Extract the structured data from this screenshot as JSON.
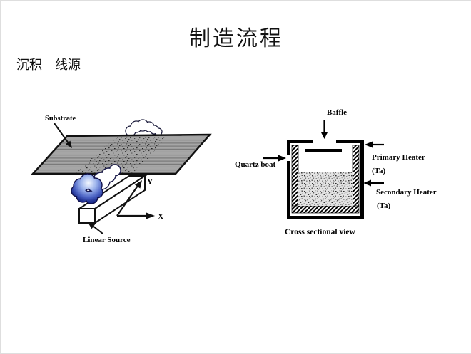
{
  "slide": {
    "title": "制造流程",
    "subtitle": "沉积 – 线源"
  },
  "left_diagram": {
    "substrate_label": "Substrate",
    "linear_source_label": "Linear Source",
    "axis_x_label": "X",
    "axis_y_label": "Y"
  },
  "right_diagram": {
    "baffle_label": "Baffle",
    "quartz_boat_label": "Quartz boat",
    "primary_heater_label": "Primary Heater",
    "primary_heater_material": "(Ta)",
    "secondary_heater_label": "Secondary Heater",
    "secondary_heater_material": "(Ta)",
    "caption": "Cross sectional view"
  },
  "colors": {
    "substrate_gray": "#a6a6a6",
    "substrate_stripe": "#707070",
    "vapor_blue": "#4c63c4",
    "ink": "#000000"
  }
}
